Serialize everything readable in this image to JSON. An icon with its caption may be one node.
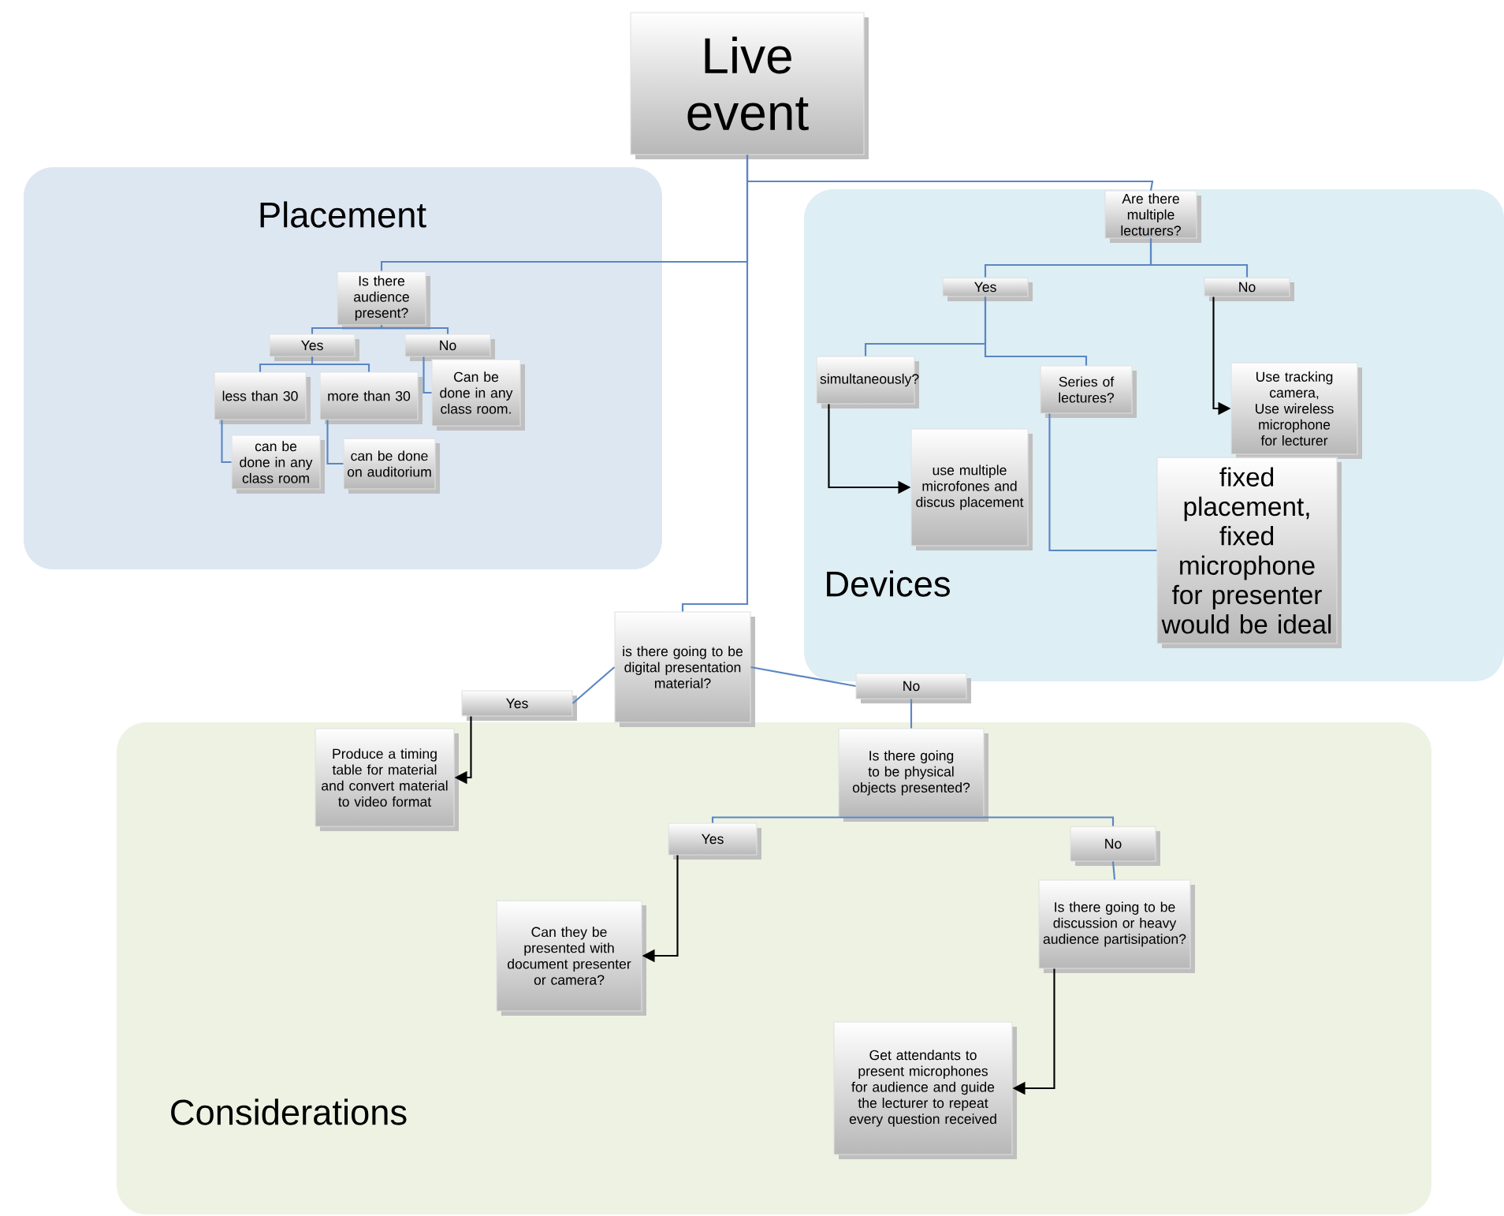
{
  "diagram": {
    "nodes": [
      {
        "text": [
          "Placement"
        ]
      },
      {
        "text": [
          "Devices"
        ]
      },
      {
        "text": [
          "Considerations"
        ]
      },
      {
        "text": [
          "Live event"
        ]
      },
      {
        "text": [
          "Is there audience present?"
        ],
        "in": 0
      },
      {
        "text": [
          "Yes"
        ],
        "in": 0
      },
      {
        "text": [
          "No"
        ],
        "in": 0
      },
      {
        "text": [
          "less than 30"
        ],
        "in": 0
      },
      {
        "text": [
          "more than 30"
        ],
        "in": 0
      },
      {
        "text": [
          "Can be done in any class room."
        ],
        "in": 0
      },
      {
        "text": [
          "can be done in any class room"
        ],
        "in": 0
      },
      {
        "text": [
          "can be done on auditorium"
        ],
        "in": 0
      },
      {
        "text": [
          "Are there multiple lecturers?"
        ],
        "in": 1
      },
      {
        "text": [
          "Yes"
        ],
        "in": 1
      },
      {
        "text": [
          "No"
        ],
        "in": 1
      },
      {
        "text": [
          "simultaneously?"
        ],
        "in": 1
      },
      {
        "text": [
          "Series of lectures?"
        ],
        "in": 1
      },
      {
        "text": [
          "Use tracking camera, Use wireless microphone for lecturer"
        ],
        "in": 1
      },
      {
        "text": [
          "use multiple microfones and discus placement"
        ],
        "in": 1
      },
      {
        "text": [
          "fixed placement, fixed microphone for presenter would be ideal"
        ],
        "in": 1
      },
      {
        "text": [
          "is there going to be digital presentation material?"
        ]
      },
      {
        "text": [
          "Yes"
        ]
      },
      {
        "text": [
          "No"
        ]
      },
      {
        "text": [
          "Produce a timing table for material and convert material to video format"
        ],
        "in": 2
      },
      {
        "text": [
          "Is there going to be physical objects presented?"
        ],
        "in": 2
      },
      {
        "text": [
          "Yes"
        ],
        "in": 2
      },
      {
        "text": [
          "No"
        ],
        "in": 2
      },
      {
        "text": [
          "Can they be presented with document presenter or camera?"
        ],
        "in": 2
      },
      {
        "text": [
          "Is there going to be discussion or heavy audience partisipation?"
        ],
        "in": 2
      },
      {
        "text": [
          "Get attendants to present microphones for audience and guide the lecturer to repeat every question received"
        ],
        "in": 2
      }
    ],
    "edges": [
      {
        "from": 3,
        "to": 12,
        "arrow": "none"
      },
      {
        "from": 3,
        "to": 4,
        "arrow": "none"
      },
      {
        "from": 3,
        "to": 20,
        "arrow": "none"
      },
      {
        "from": 4,
        "to": 5,
        "arrow": "none"
      },
      {
        "from": 4,
        "to": 6,
        "arrow": "none"
      },
      {
        "from": 5,
        "to": 7,
        "arrow": "none"
      },
      {
        "from": 5,
        "to": 8,
        "arrow": "none"
      },
      {
        "from": 6,
        "to": 9,
        "arrow": "none"
      },
      {
        "from": 7,
        "to": 10,
        "arrow": "none"
      },
      {
        "from": 8,
        "to": 11,
        "arrow": "none"
      },
      {
        "from": 12,
        "to": 13,
        "arrow": "none"
      },
      {
        "from": 12,
        "to": 14,
        "arrow": "none"
      },
      {
        "from": 14,
        "to": 17,
        "arrow": "to",
        "color": "#000000"
      },
      {
        "from": 13,
        "to": 15,
        "arrow": "none"
      },
      {
        "from": 13,
        "to": 16,
        "arrow": "none"
      },
      {
        "from": 15,
        "to": 18,
        "arrow": "to",
        "color": "#000000"
      },
      {
        "from": 16,
        "to": 19,
        "arrow": "none"
      },
      {
        "from": 20,
        "to": 21,
        "arrow": "none"
      },
      {
        "from": 20,
        "to": 22,
        "arrow": "none"
      },
      {
        "from": 21,
        "to": 23,
        "arrow": "to",
        "color": "#000000"
      },
      {
        "from": 22,
        "to": 24,
        "arrow": "none"
      },
      {
        "from": 24,
        "to": 25,
        "arrow": "none"
      },
      {
        "from": 24,
        "to": 26,
        "arrow": "none"
      },
      {
        "from": 25,
        "to": 27,
        "arrow": "to",
        "color": "#000000"
      },
      {
        "from": 26,
        "to": 28,
        "arrow": "none"
      },
      {
        "from": 28,
        "to": 29,
        "arrow": "to",
        "color": "#000000"
      }
    ]
  }
}
